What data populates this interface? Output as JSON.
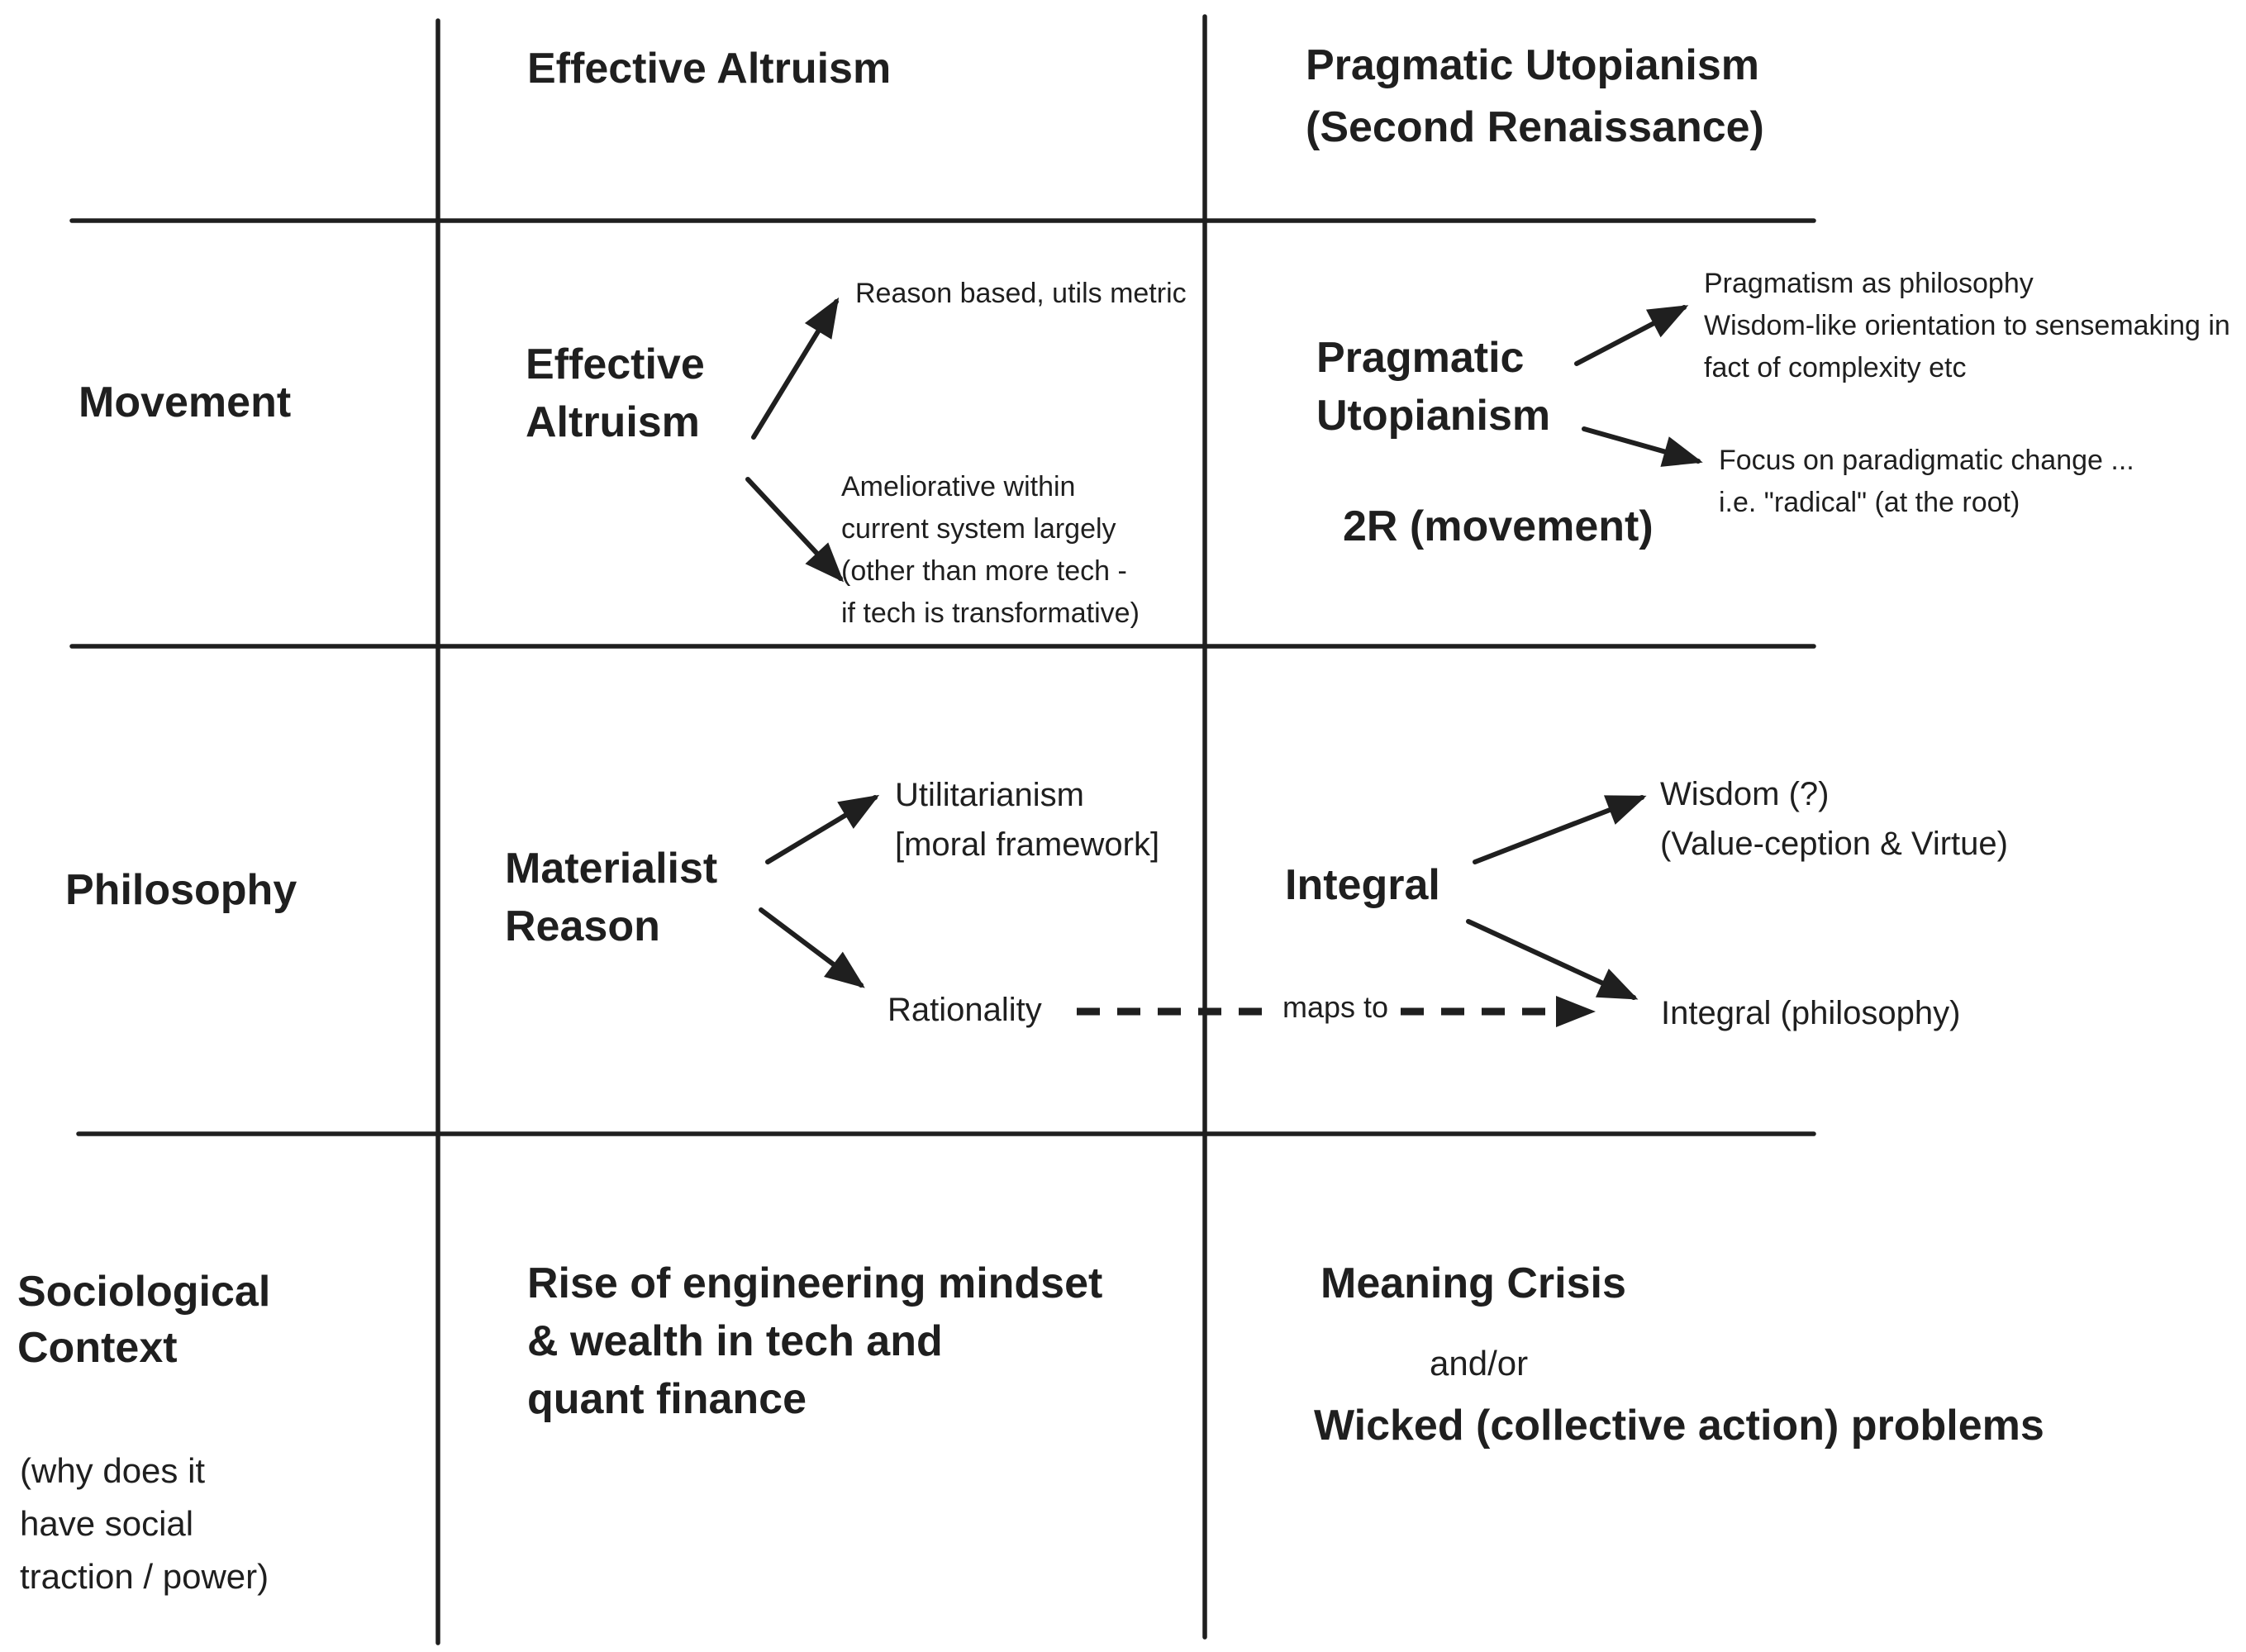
{
  "palette": {
    "ink": "#1f1f1f",
    "bg": "#ffffff"
  },
  "col_headers": {
    "ea": "Effective Altruism",
    "pu": "Pragmatic Utopianism\n(Second Renaissance)"
  },
  "row_headers": {
    "movement": "Movement",
    "philosophy": "Philosophy",
    "sociological": "Sociological\nContext",
    "sociological_note": "(why does it\nhave social\ntraction / power)"
  },
  "movement_ea": {
    "node": "Effective\nAltruism",
    "branch_top": "Reason based, utils metric",
    "branch_bottom": "Ameliorative within\ncurrent system largely\n(other than more tech -\nif tech is transformative)"
  },
  "movement_pu": {
    "node": "Pragmatic\nUtopianism",
    "node_sub": "2R (movement)",
    "branch_top": "Pragmatism as philosophy\nWisdom-like orientation to sensemaking in\nfact of complexity etc",
    "branch_bottom": "Focus on paradigmatic change ...\ni.e. \"radical\" (at the root)"
  },
  "philosophy_ea": {
    "node": "Materialist\nReason",
    "branch_top": "Utilitarianism\n[moral framework]",
    "branch_bottom": "Rationality"
  },
  "philosophy_pu": {
    "node": "Integral",
    "branch_top": "Wisdom (?)\n(Value-ception & Virtue)",
    "branch_bottom": "Integral (philosophy)"
  },
  "mapping": {
    "label": "maps to"
  },
  "sociological_ea": {
    "statement": "Rise of engineering mindset\n& wealth in tech and\nquant finance"
  },
  "sociological_pu": {
    "statement_top": "Meaning Crisis",
    "connector": "and/or",
    "statement_bottom": "Wicked (collective action) problems"
  }
}
